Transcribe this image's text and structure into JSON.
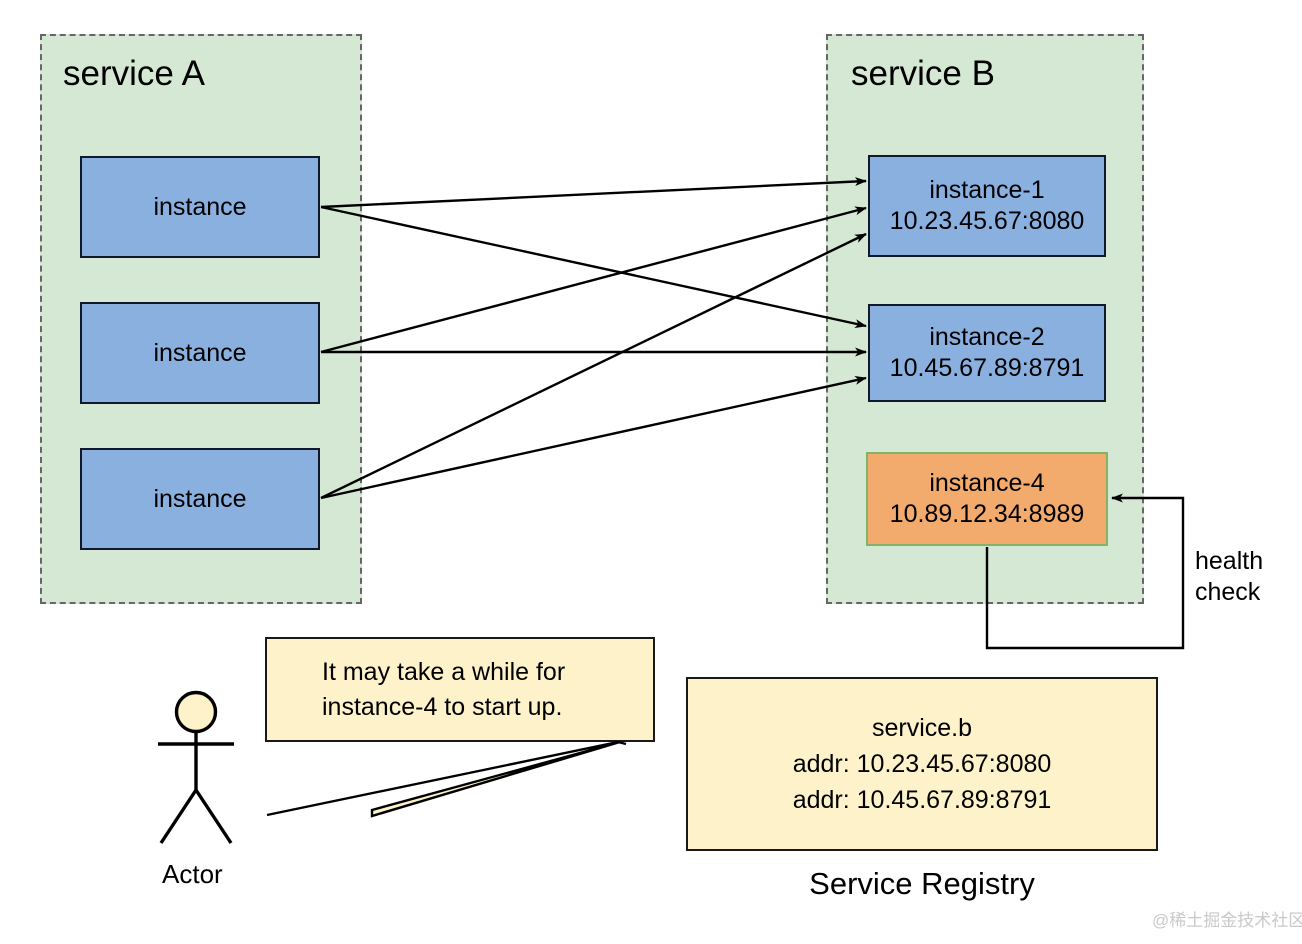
{
  "diagram": {
    "title": "service discovery health check diagram",
    "colors": {
      "service_container_fill": "#d5e8d4",
      "service_container_border": "#666666",
      "instance_fill": "#8ab0e0",
      "instance_border": "#12182b",
      "unhealthy_instance_fill": "#f2ab6d",
      "unhealthy_instance_border": "#82b366",
      "note_fill": "#fdf2c9",
      "note_border": "#191919",
      "edge": "#000000",
      "watermark": "#c9c9c9"
    }
  },
  "service_a": {
    "title": "service A",
    "instances": [
      {
        "label": "instance"
      },
      {
        "label": "instance"
      },
      {
        "label": "instance"
      }
    ]
  },
  "service_b": {
    "title": "service B",
    "instances": [
      {
        "name": "instance-1",
        "addr": "10.23.45.67:8080",
        "state": "healthy"
      },
      {
        "name": "instance-2",
        "addr": "10.45.67.89:8791",
        "state": "healthy"
      },
      {
        "name": "instance-4",
        "addr": "10.89.12.34:8989",
        "state": "starting"
      }
    ]
  },
  "health_check": {
    "label_line1": "health",
    "label_line2": "check"
  },
  "note": {
    "line1": "It may take a while for",
    "line2": "instance-4 to start up."
  },
  "actor": {
    "label": "Actor"
  },
  "registry": {
    "caption": "Service Registry",
    "service_name": "service.b",
    "entries": [
      "addr: 10.23.45.67:8080",
      "addr: 10.45.67.89:8791"
    ]
  },
  "watermark": {
    "text": "@稀土掘金技术社区"
  }
}
